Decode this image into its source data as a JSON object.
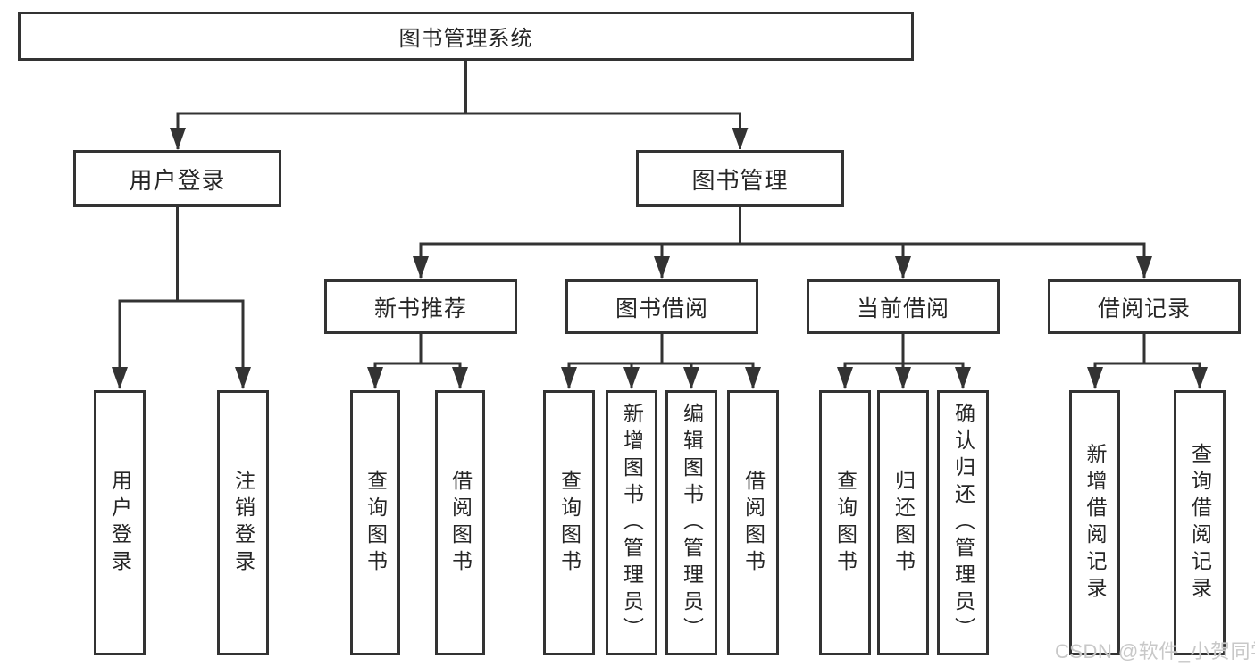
{
  "nodes": {
    "root": {
      "label": "图书管理系统"
    },
    "user_login": {
      "label": "用户登录"
    },
    "book_management": {
      "label": "图书管理"
    },
    "new_book_recommend": {
      "label": "新书推荐"
    },
    "book_borrowing": {
      "label": "图书借阅"
    },
    "current_borrowing": {
      "label": "当前借阅"
    },
    "borrowing_records": {
      "label": "借阅记录"
    },
    "leaf_user_login": {
      "label": "用户登录"
    },
    "leaf_logout": {
      "label": "注销登录"
    },
    "leaf_recommend_query_books": {
      "label": "查询图书"
    },
    "leaf_recommend_borrow_books": {
      "label": "借阅图书"
    },
    "leaf_borrow_query_books": {
      "label": "查询图书"
    },
    "leaf_borrow_add_books": {
      "label": "新增图书（管理员）"
    },
    "leaf_borrow_edit_books": {
      "label": "编辑图书（管理员）"
    },
    "leaf_borrow_borrow_books": {
      "label": "借阅图书"
    },
    "leaf_current_query_books": {
      "label": "查询图书"
    },
    "leaf_current_return_books": {
      "label": "归还图书"
    },
    "leaf_current_confirm_return": {
      "label": "确认归还（管理员）"
    },
    "leaf_records_add_record": {
      "label": "新增借阅记录"
    },
    "leaf_records_query_record": {
      "label": "查询借阅记录"
    }
  },
  "hierarchy": {
    "图书管理系统": {
      "用户登录": [
        "用户登录",
        "注销登录"
      ],
      "图书管理": {
        "新书推荐": [
          "查询图书",
          "借阅图书"
        ],
        "图书借阅": [
          "查询图书",
          "新增图书（管理员）",
          "编辑图书（管理员）",
          "借阅图书"
        ],
        "当前借阅": [
          "查询图书",
          "归还图书",
          "确认归还（管理员）"
        ],
        "借阅记录": [
          "新增借阅记录",
          "查询借阅记录"
        ]
      }
    }
  },
  "watermark": {
    "text": "CSDN @软件_小贺同学"
  },
  "colors": {
    "line": "#333333",
    "box_border": "#333333",
    "text": "#262626",
    "background": "#ffffff",
    "watermark": "#c6c6c6"
  }
}
